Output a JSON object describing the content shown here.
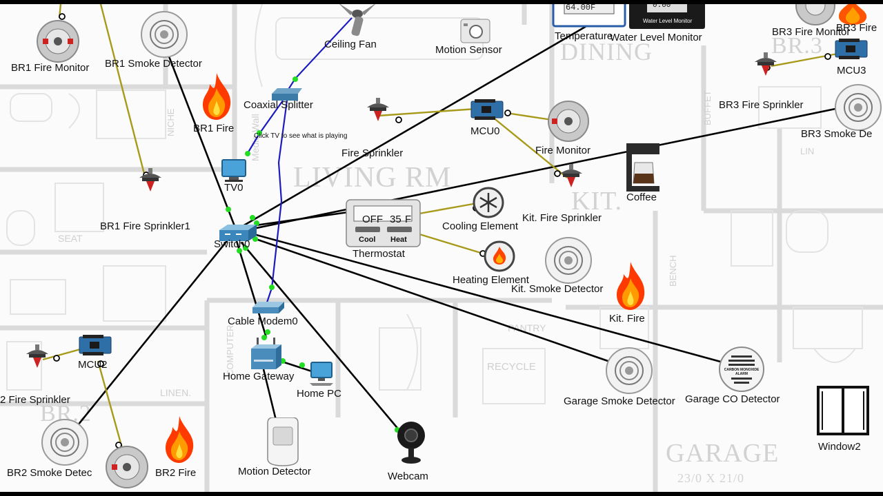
{
  "rooms": {
    "living": "LIVING RM",
    "dining": "DINING",
    "kit": "KIT.",
    "garage": "GARAGE",
    "garage_dim": "23/0 X 21/0",
    "br2": "BR.2",
    "br3": "BR.3",
    "media_wall": "Media Wall",
    "niche": "NICHE",
    "seat": "SEAT",
    "linen": "LINEN.",
    "computer": "COMPUTER",
    "pantry": "PANTRY",
    "recycle": "RECYCLE",
    "bench": "BENCH",
    "buffet": "BUFFET",
    "lin": "LIN"
  },
  "devices": {
    "br1_fire_monitor": "BR1 Fire Monitor",
    "br1_smoke_detector": "BR1 Smoke Detector",
    "br1_fire": "BR1 Fire",
    "br1_fire_sprinkler": "BR1 Fire Sprinkler1",
    "ceiling_fan": "Ceiling Fan",
    "motion_sensor": "Motion Sensor",
    "temperature": "Temperature",
    "water_level_monitor": "Water Level Monitor",
    "water_level_screen_text": "Water Level Monitor",
    "water_level_value": "0.00",
    "temperature_value": "64.00F",
    "br3_fire_monitor": "BR3 Fire Monitor",
    "br3_fire": "BR3 Fire",
    "mcu3": "MCU3",
    "br3_fire_sprinkler": "BR3 Fire Sprinkler",
    "br3_smoke_detector": "BR3 Smoke De",
    "coaxial_splitter": "Coaxial Splitter",
    "fire_sprinkler": "Fire Sprinkler",
    "mcu0": "MCU0",
    "fire_monitor": "Fire Monitor",
    "coffee": "Coffee",
    "kit_fire_sprinkler": "Kit. Fire Sprinkler",
    "tv0": "TV0",
    "switch0": "Switch0",
    "thermostat": "Thermostat",
    "thermostat_off": "OFF",
    "thermostat_temp": "35",
    "thermostat_unit": "F",
    "thermostat_cool": "Cool",
    "thermostat_heat": "Heat",
    "cooling_element": "Cooling Element",
    "heating_element": "Heating Element",
    "kit_smoke_detector": "Kit. Smoke Detector",
    "kit_fire": "Kit. Fire",
    "cable_modem": "Cable Modem0",
    "home_gateway": "Home Gateway",
    "home_pc": "Home PC",
    "mcu2": "MCU2",
    "br2_fire_sprinkler": "2 Fire Sprinkler",
    "br2_smoke_detector": "BR2 Smoke Detec",
    "br2_fire": "BR2 Fire",
    "motion_detector": "Motion Detector",
    "webcam": "Webcam",
    "garage_smoke_detector": "Garage Smoke Detector",
    "garage_co_detector": "Garage CO Detector",
    "co_alarm_text": "CARBON MONOXIDE ALARM",
    "window2": "Window2"
  },
  "notes": {
    "tv_hint": "Click TV to see what is playing"
  },
  "colors": {
    "ethernet": "#000000",
    "coax": "#1b1bbf",
    "iot": "#a79a1a",
    "port": "#22dd22"
  }
}
